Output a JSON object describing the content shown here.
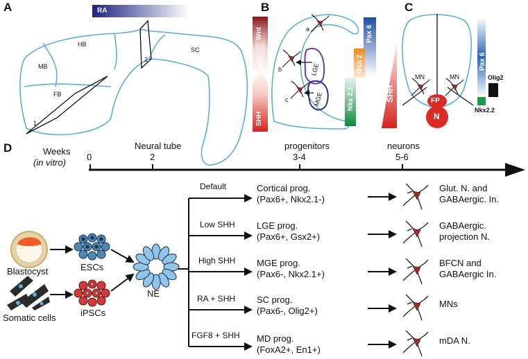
{
  "panels": {
    "a": "A",
    "b": "B",
    "c": "C",
    "d": "D"
  },
  "panel_a": {
    "ra": "RA",
    "regions": {
      "hb": "HB",
      "mb": "MB",
      "fb": "FB",
      "sc": "SC"
    },
    "section_1": "1",
    "section_2": "2"
  },
  "panel_b": {
    "wnt": "Wnt",
    "shh_left": "SHH",
    "lge": "LGE",
    "mge": "MGE",
    "neuron_a": "a",
    "neuron_b": "b",
    "neuron_c": "c",
    "pax6": "Pax 6",
    "gsx2": "Gsx 2",
    "nkx21": "Nkx 2.1",
    "shh_right": "SHH"
  },
  "panel_c": {
    "mn_left": "MN",
    "mn_right": "MN",
    "fp": "FP",
    "n": "N",
    "pax6": "Pax 6",
    "olig2": "Olig2",
    "nkx22": "Nkx2.2"
  },
  "panel_d": {
    "weeks": "Weeks",
    "in_vitro": "(in vitro)",
    "timeline": [
      {
        "week": "0",
        "label": ""
      },
      {
        "week": "2",
        "label": "Neural tube"
      },
      {
        "week": "3-4",
        "label": "progenitors"
      },
      {
        "week": "5-6",
        "label": "neurons"
      }
    ],
    "sources": {
      "blastocyst": "Blastocyst",
      "escs": "ESCs",
      "somatic": "Somatic cells",
      "ipscs": "iPSCs",
      "ne": "NE"
    },
    "pathways": [
      {
        "condition": "Default",
        "prog_line1": "Cortical prog.",
        "prog_line2": "(Pax6+, Nkx2.1-)",
        "out_line1": "Glut. N. and",
        "out_line2": "GABAergic. In."
      },
      {
        "condition": "Low SHH",
        "prog_line1": "LGE prog.",
        "prog_line2": "(Pax6+, Gsx2+)",
        "out_line1": "GABAergic.",
        "out_line2": "projection N."
      },
      {
        "condition": "High SHH",
        "prog_line1": "MGE prog.",
        "prog_line2": "(Pax6-, Nkx2.1+)",
        "out_line1": "BFCN and",
        "out_line2": "GABAergic In."
      },
      {
        "condition": "RA + SHH",
        "prog_line1": "SC prog.",
        "prog_line2": "(Pax6-, Olig2+)",
        "out_line1": "MNs",
        "out_line2": ""
      },
      {
        "condition": "FGF8 + SHH",
        "prog_line1": "MD prog.",
        "prog_line2": "(FoxA2+, En1+)",
        "out_line1": "mDA N.",
        "out_line2": ""
      }
    ]
  },
  "colors": {
    "outline": "#5aaedc",
    "ra_blue": "#2a2f8c",
    "wnt_red": "#9c1a1a",
    "shh_red": "#d92a26",
    "pax6_blue": "#2b63b4",
    "gsx2_orange": "#f0891c",
    "nkx_green": "#1a9a4a",
    "esc_blue": "#4a88b8",
    "ipsc_red": "#d23b3b"
  }
}
